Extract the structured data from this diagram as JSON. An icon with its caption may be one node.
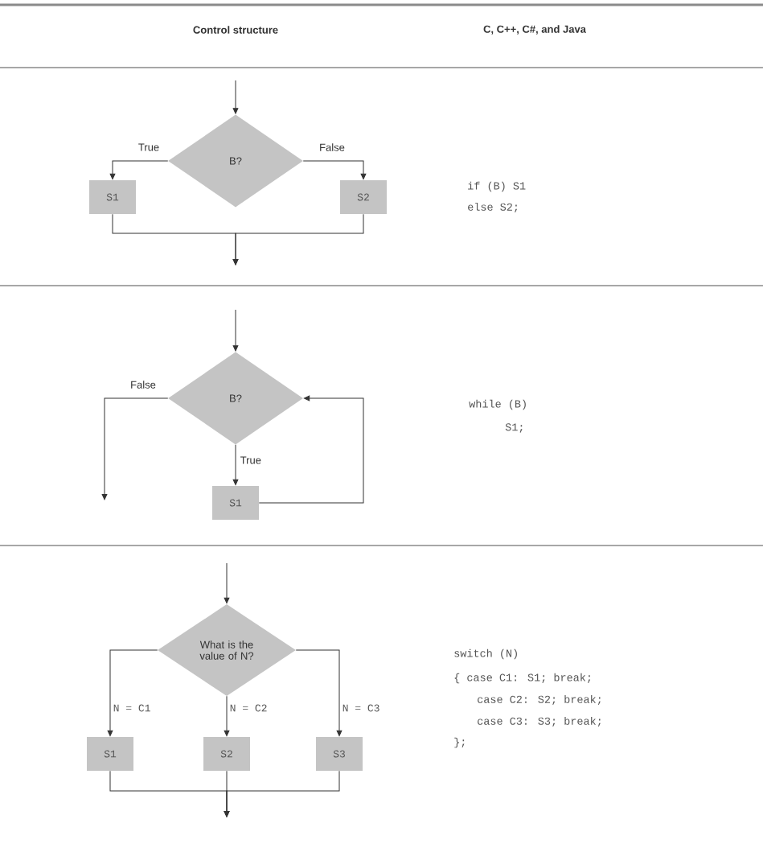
{
  "diagram": {
    "nodes": [
      {
        "text": [
          "B?"
        ]
      },
      {
        "text": [
          "S1"
        ]
      },
      {
        "text": [
          "S2"
        ]
      },
      {
        "text": [
          "B?"
        ]
      },
      {
        "text": [
          "S1"
        ]
      },
      {
        "text": [
          "What is the value of N?"
        ]
      },
      {
        "text": [
          "S1"
        ]
      },
      {
        "text": [
          "S2"
        ]
      },
      {
        "text": [
          "S3"
        ]
      }
    ],
    "edges": [
      {
        "from": null,
        "to": 0,
        "arrow": "to"
      },
      {
        "from": 0,
        "to": 1,
        "arrow": "to",
        "label": "True"
      },
      {
        "from": 0,
        "to": 2,
        "arrow": "to",
        "label": "False"
      },
      {
        "from": 1,
        "to": null,
        "arrow": "to"
      },
      {
        "from": 2,
        "to": null,
        "arrow": "to"
      },
      {
        "from": null,
        "to": 3,
        "arrow": "to"
      },
      {
        "from": 3,
        "to": null,
        "arrow": "to",
        "label": "False"
      },
      {
        "from": 3,
        "to": 4,
        "arrow": "to",
        "label": "True"
      },
      {
        "from": 4,
        "to": 3,
        "arrow": "to"
      },
      {
        "from": null,
        "to": 5,
        "arrow": "to"
      },
      {
        "from": 5,
        "to": 6,
        "arrow": "to",
        "label": "N = C1"
      },
      {
        "from": 5,
        "to": 7,
        "arrow": "to",
        "label": "N = C2"
      },
      {
        "from": 5,
        "to": 8,
        "arrow": "to",
        "label": "N = C3"
      },
      {
        "from": 6,
        "to": null,
        "arrow": "to"
      },
      {
        "from": 7,
        "to": null,
        "arrow": "to"
      },
      {
        "from": 8,
        "to": null,
        "arrow": "to"
      }
    ],
    "labels": [
      "Control structure",
      "C, C++, C#, and Java",
      "if (B) S1",
      "else S2;",
      "while (B)",
      "S1;",
      "switch (N)",
      "{ case C1: S1; break;",
      "case C2: S2; break;",
      "case C3: S3; break;",
      "};"
    ]
  }
}
